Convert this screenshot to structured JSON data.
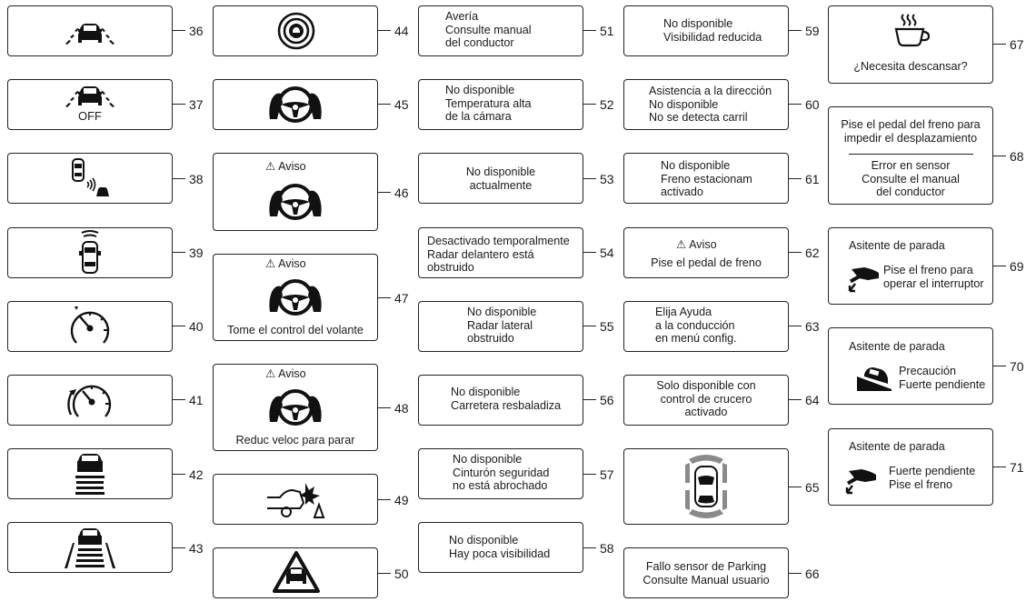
{
  "items": [
    {
      "num": "36"
    },
    {
      "num": "37",
      "label": "OFF"
    },
    {
      "num": "38"
    },
    {
      "num": "39"
    },
    {
      "num": "40"
    },
    {
      "num": "41"
    },
    {
      "num": "42"
    },
    {
      "num": "43"
    },
    {
      "num": "44"
    },
    {
      "num": "45"
    },
    {
      "num": "46",
      "warning": "Aviso"
    },
    {
      "num": "47",
      "warning": "Aviso",
      "text": "Tome el control del volante"
    },
    {
      "num": "48",
      "warning": "Aviso",
      "text": "Reduc veloc para parar"
    },
    {
      "num": "49"
    },
    {
      "num": "50"
    },
    {
      "num": "51",
      "lines": [
        "Avería",
        "Consulte manual",
        "del conductor"
      ]
    },
    {
      "num": "52",
      "lines": [
        "No disponible",
        "Temperatura alta",
        "de la cámara"
      ]
    },
    {
      "num": "53",
      "lines": [
        "No disponible",
        "actualmente"
      ]
    },
    {
      "num": "54",
      "lines": [
        "Desactivado temporalmente",
        "Radar delantero está",
        "obstruido"
      ]
    },
    {
      "num": "55",
      "lines": [
        "No disponible",
        "Radar lateral",
        "obstruido"
      ]
    },
    {
      "num": "56",
      "lines": [
        "No disponible",
        "Carretera resbaladiza"
      ]
    },
    {
      "num": "57",
      "lines": [
        "No disponible",
        "Cinturón seguridad",
        "no está abrochado"
      ]
    },
    {
      "num": "58",
      "lines": [
        "No disponible",
        "Hay poca visibilidad"
      ]
    },
    {
      "num": "59",
      "lines": [
        "No disponible",
        "Visibilidad reducida"
      ]
    },
    {
      "num": "60",
      "lines": [
        "Asistencia a la dirección",
        "No disponible",
        "No se detecta carril"
      ]
    },
    {
      "num": "61",
      "lines": [
        "No disponible",
        "Freno estacionam",
        "activado"
      ]
    },
    {
      "num": "62",
      "warning": "Aviso",
      "lines": [
        "Pise el pedal de freno"
      ]
    },
    {
      "num": "63",
      "lines": [
        "Elija Ayuda",
        "a la conducción",
        "en menú config."
      ]
    },
    {
      "num": "64",
      "lines": [
        "Solo disponible con",
        "control de crucero",
        "activado"
      ]
    },
    {
      "num": "65"
    },
    {
      "num": "66",
      "lines": [
        "Fallo sensor de Parking",
        "Consulte Manual usuario"
      ]
    },
    {
      "num": "67",
      "lines": [
        "¿Necesita descansar?"
      ]
    },
    {
      "num": "68",
      "top": [
        "Pise el pedal del freno para",
        "impedir el desplazamiento"
      ],
      "bottom": [
        "Error en sensor",
        "Consulte el manual",
        "del conductor"
      ]
    },
    {
      "num": "69",
      "title": "Asitente de parada",
      "lines": [
        "Pise el freno para",
        "operar el interruptor"
      ]
    },
    {
      "num": "70",
      "title": "Asitente de parada",
      "lines": [
        "Precaución",
        "Fuerte pendiente"
      ]
    },
    {
      "num": "71",
      "title": "Asitente de parada",
      "lines": [
        "Fuerte pendiente",
        "Pise el freno"
      ]
    }
  ]
}
